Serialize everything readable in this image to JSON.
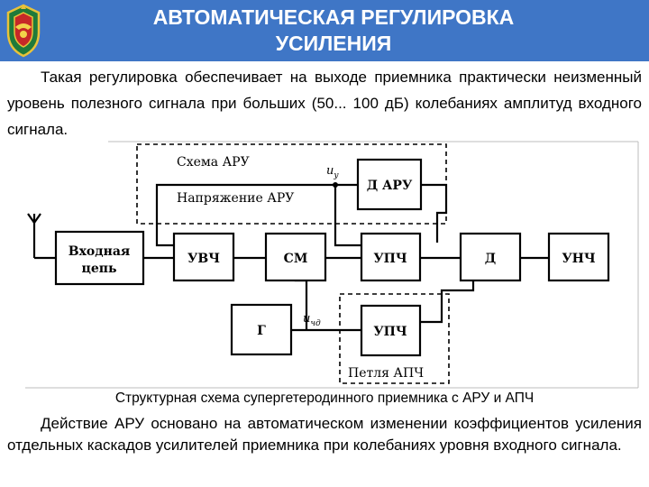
{
  "header": {
    "title_line1": "АВТОМАТИЧЕСКАЯ РЕГУЛИРОВКА",
    "title_line2": "УСИЛЕНИЯ",
    "background_color": "#3f76c6",
    "emblem_icon": "military-emblem-icon"
  },
  "intro_text": "Такая регулировка обеспечивает на выходе приемника практически неизменный уровень полезного сигнала при больших (50... 100 дБ) колебаниях амплитуд входного сигнала.",
  "diagram": {
    "blocks": {
      "input_circuit_line1": "Входная",
      "input_circuit_line2": "цепь",
      "rf_amp": "УВЧ",
      "mixer": "СМ",
      "if_amp": "УПЧ",
      "detector": "Д",
      "af_amp": "УНЧ",
      "agc_detector": "Д АРУ",
      "oscillator": "Г",
      "if_amp_afc": "УПЧ"
    },
    "labels": {
      "agc_circuit": "Схема АРУ",
      "agc_voltage": "Напряжение АРУ",
      "afc_loop": "Петля АПЧ",
      "u_main": "u",
      "u_sub": "у",
      "u2_main": "u",
      "u2_sub": "чд"
    },
    "antenna_icon": "antenna-icon"
  },
  "caption": "Структурная схема супергетеродинного приемника с АРУ и АПЧ",
  "closing_text": "Действие АРУ основано на автоматическом изменении коэффициентов усиления отдельных каскадов усилителей приемника при колебаниях уровня входного сигнала."
}
